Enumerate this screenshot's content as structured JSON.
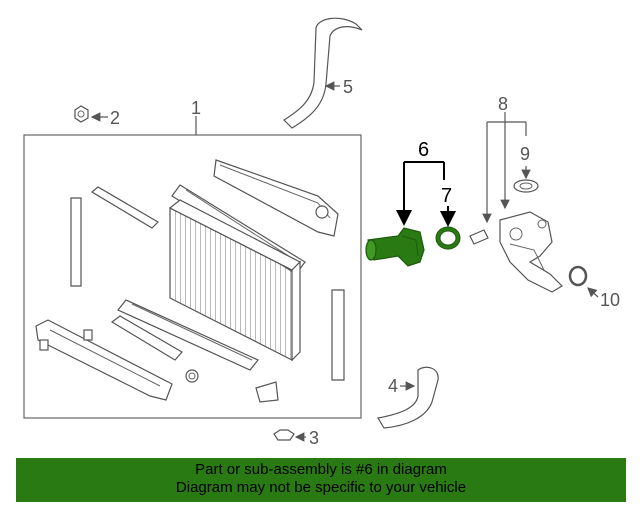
{
  "callouts": {
    "c1": "1",
    "c2": "2",
    "c3": "3",
    "c4": "4",
    "c5": "5",
    "c6": "6",
    "c7": "7",
    "c8": "8",
    "c9": "9",
    "c10": "10"
  },
  "highlight_color": "#2a7a14",
  "banner": {
    "line1": "Part or sub-assembly is #6 in diagram",
    "line2": "Diagram may not be specific to your vehicle",
    "background": "#2a7a14"
  }
}
